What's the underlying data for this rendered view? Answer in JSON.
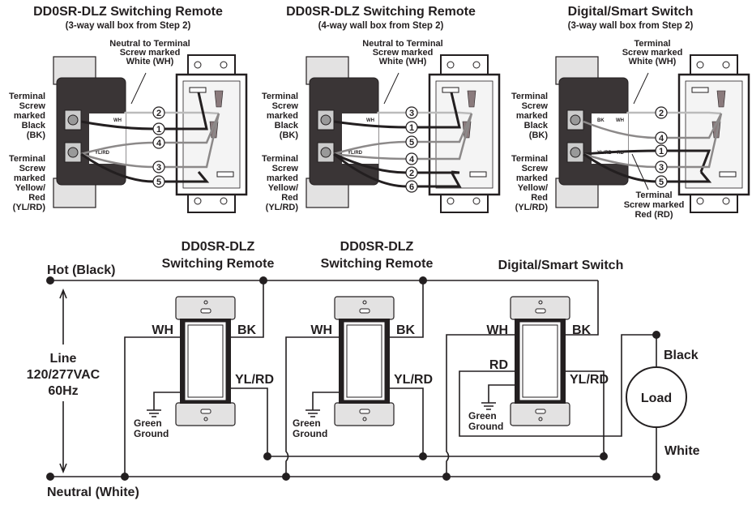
{
  "panels": [
    {
      "title": "DD0SR-DLZ Switching Remote",
      "subtitle": "(3-way wall box from Step 2)",
      "top_callout": [
        "Neutral to Terminal",
        "Screw marked",
        "White (WH)"
      ],
      "black_label": [
        "Terminal",
        "Screw",
        "marked",
        "Black",
        "(BK)"
      ],
      "yellow_label": [
        "Terminal",
        "Screw",
        "marked",
        "Yellow/",
        "Red",
        "(YL/RD)"
      ],
      "device_marks": [
        "",
        "WH",
        "YL/RD",
        ""
      ],
      "wire_numbers": [
        "2",
        "1",
        "4",
        "3",
        "5"
      ]
    },
    {
      "title": "DD0SR-DLZ Switching Remote",
      "subtitle": "(4-way wall box from Step 2)",
      "top_callout": [
        "Neutral to Terminal",
        "Screw marked",
        "White (WH)"
      ],
      "black_label": [
        "Terminal",
        "Screw",
        "marked",
        "Black",
        "(BK)"
      ],
      "yellow_label": [
        "Terminal",
        "Screw",
        "marked",
        "Yellow/",
        "Red",
        "(YL/RD)"
      ],
      "device_marks": [
        "",
        "WH",
        "YL/RD",
        ""
      ],
      "wire_numbers": [
        "3",
        "1",
        "5",
        "4",
        "2",
        "6"
      ]
    },
    {
      "title": "Digital/Smart Switch",
      "subtitle": "(3-way wall box from Step 2)",
      "top_callout": [
        "Terminal",
        "Screw marked",
        "White (WH)"
      ],
      "black_label": [
        "Terminal",
        "Screw",
        "marked",
        "Black",
        "(BK)"
      ],
      "yellow_label": [
        "Terminal",
        "Screw",
        "marked",
        "Yellow/",
        "Red",
        "(YL/RD)"
      ],
      "device_marks": [
        "BK",
        "WH",
        "YL/RD",
        "RD"
      ],
      "red_callout": [
        "Terminal",
        "Screw marked",
        "Red (RD)"
      ],
      "wire_numbers": [
        "2",
        "4",
        "1",
        "3",
        "5"
      ]
    }
  ],
  "schematic": {
    "hot_label": "Hot (Black)",
    "neutral_label": "Neutral (White)",
    "line_label": [
      "Line",
      "120/277VAC",
      "60Hz"
    ],
    "devices": [
      {
        "title": [
          "DD0SR-DLZ",
          "Switching Remote"
        ],
        "wh": "WH",
        "bk": "BK",
        "yl": "YL/RD",
        "ground": [
          "Green",
          "Ground"
        ]
      },
      {
        "title": [
          "DD0SR-DLZ",
          "Switching Remote"
        ],
        "wh": "WH",
        "bk": "BK",
        "yl": "YL/RD",
        "ground": [
          "Green",
          "Ground"
        ]
      },
      {
        "title": [
          "Digital/Smart Switch"
        ],
        "wh": "WH",
        "bk": "BK",
        "yl": "YL/RD",
        "rd": "RD",
        "ground": [
          "Green",
          "Ground"
        ]
      }
    ],
    "load_label": "Load",
    "load_black": "Black",
    "load_white": "White"
  },
  "colors": {
    "ink": "#231f20",
    "device_body": "#3a3536",
    "plate": "#e3e2e2",
    "gray_wire": "#8c8989",
    "wire_nut": "#8a7a7c"
  }
}
